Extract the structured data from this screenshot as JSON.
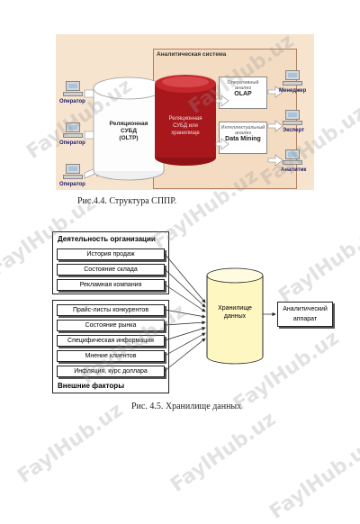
{
  "figure1": {
    "analytic_system_title": "Аналитическая система",
    "operators": [
      "Оператор",
      "Оператор",
      "Оператор"
    ],
    "oltp_label": [
      "Реляционная",
      "СУБД",
      "(OLTP)"
    ],
    "warehouse_label": [
      "Реляционная",
      "СУБД или",
      "хранилище"
    ],
    "olap_box": {
      "sub": "Оперативный анализ",
      "main": "OLAP"
    },
    "dm_box": {
      "sub": "Интеллектуальный анализ",
      "main": "Data Mining"
    },
    "right_users": [
      "Менеджер",
      "Эксперт",
      "Аналитик"
    ],
    "caption": "Рис.4.4. Структура СППР."
  },
  "figure2": {
    "org_title": "Деятельность организации",
    "org_items": [
      "История продаж",
      "Состояние склада",
      "Рекламная компания"
    ],
    "ext_items": [
      "Прайс-листы конкурентов",
      "Состояние рынка",
      "Специфическая информация",
      "Мнение клиентов",
      "Инфляция, курс доллара"
    ],
    "ext_title": "Внешние факторы",
    "warehouse_label": [
      "Хранилище",
      "данных"
    ],
    "analytic_label": [
      "Аналитический",
      "аппарат"
    ],
    "caption": "Рис. 4.5. Хранилище данных"
  },
  "watermark": "FaylHub.uz",
  "colors": {
    "fig_bg": "#f6e4cf",
    "warehouse_red": "#a8171c",
    "cylinder_yellow": "#fff7c2"
  }
}
